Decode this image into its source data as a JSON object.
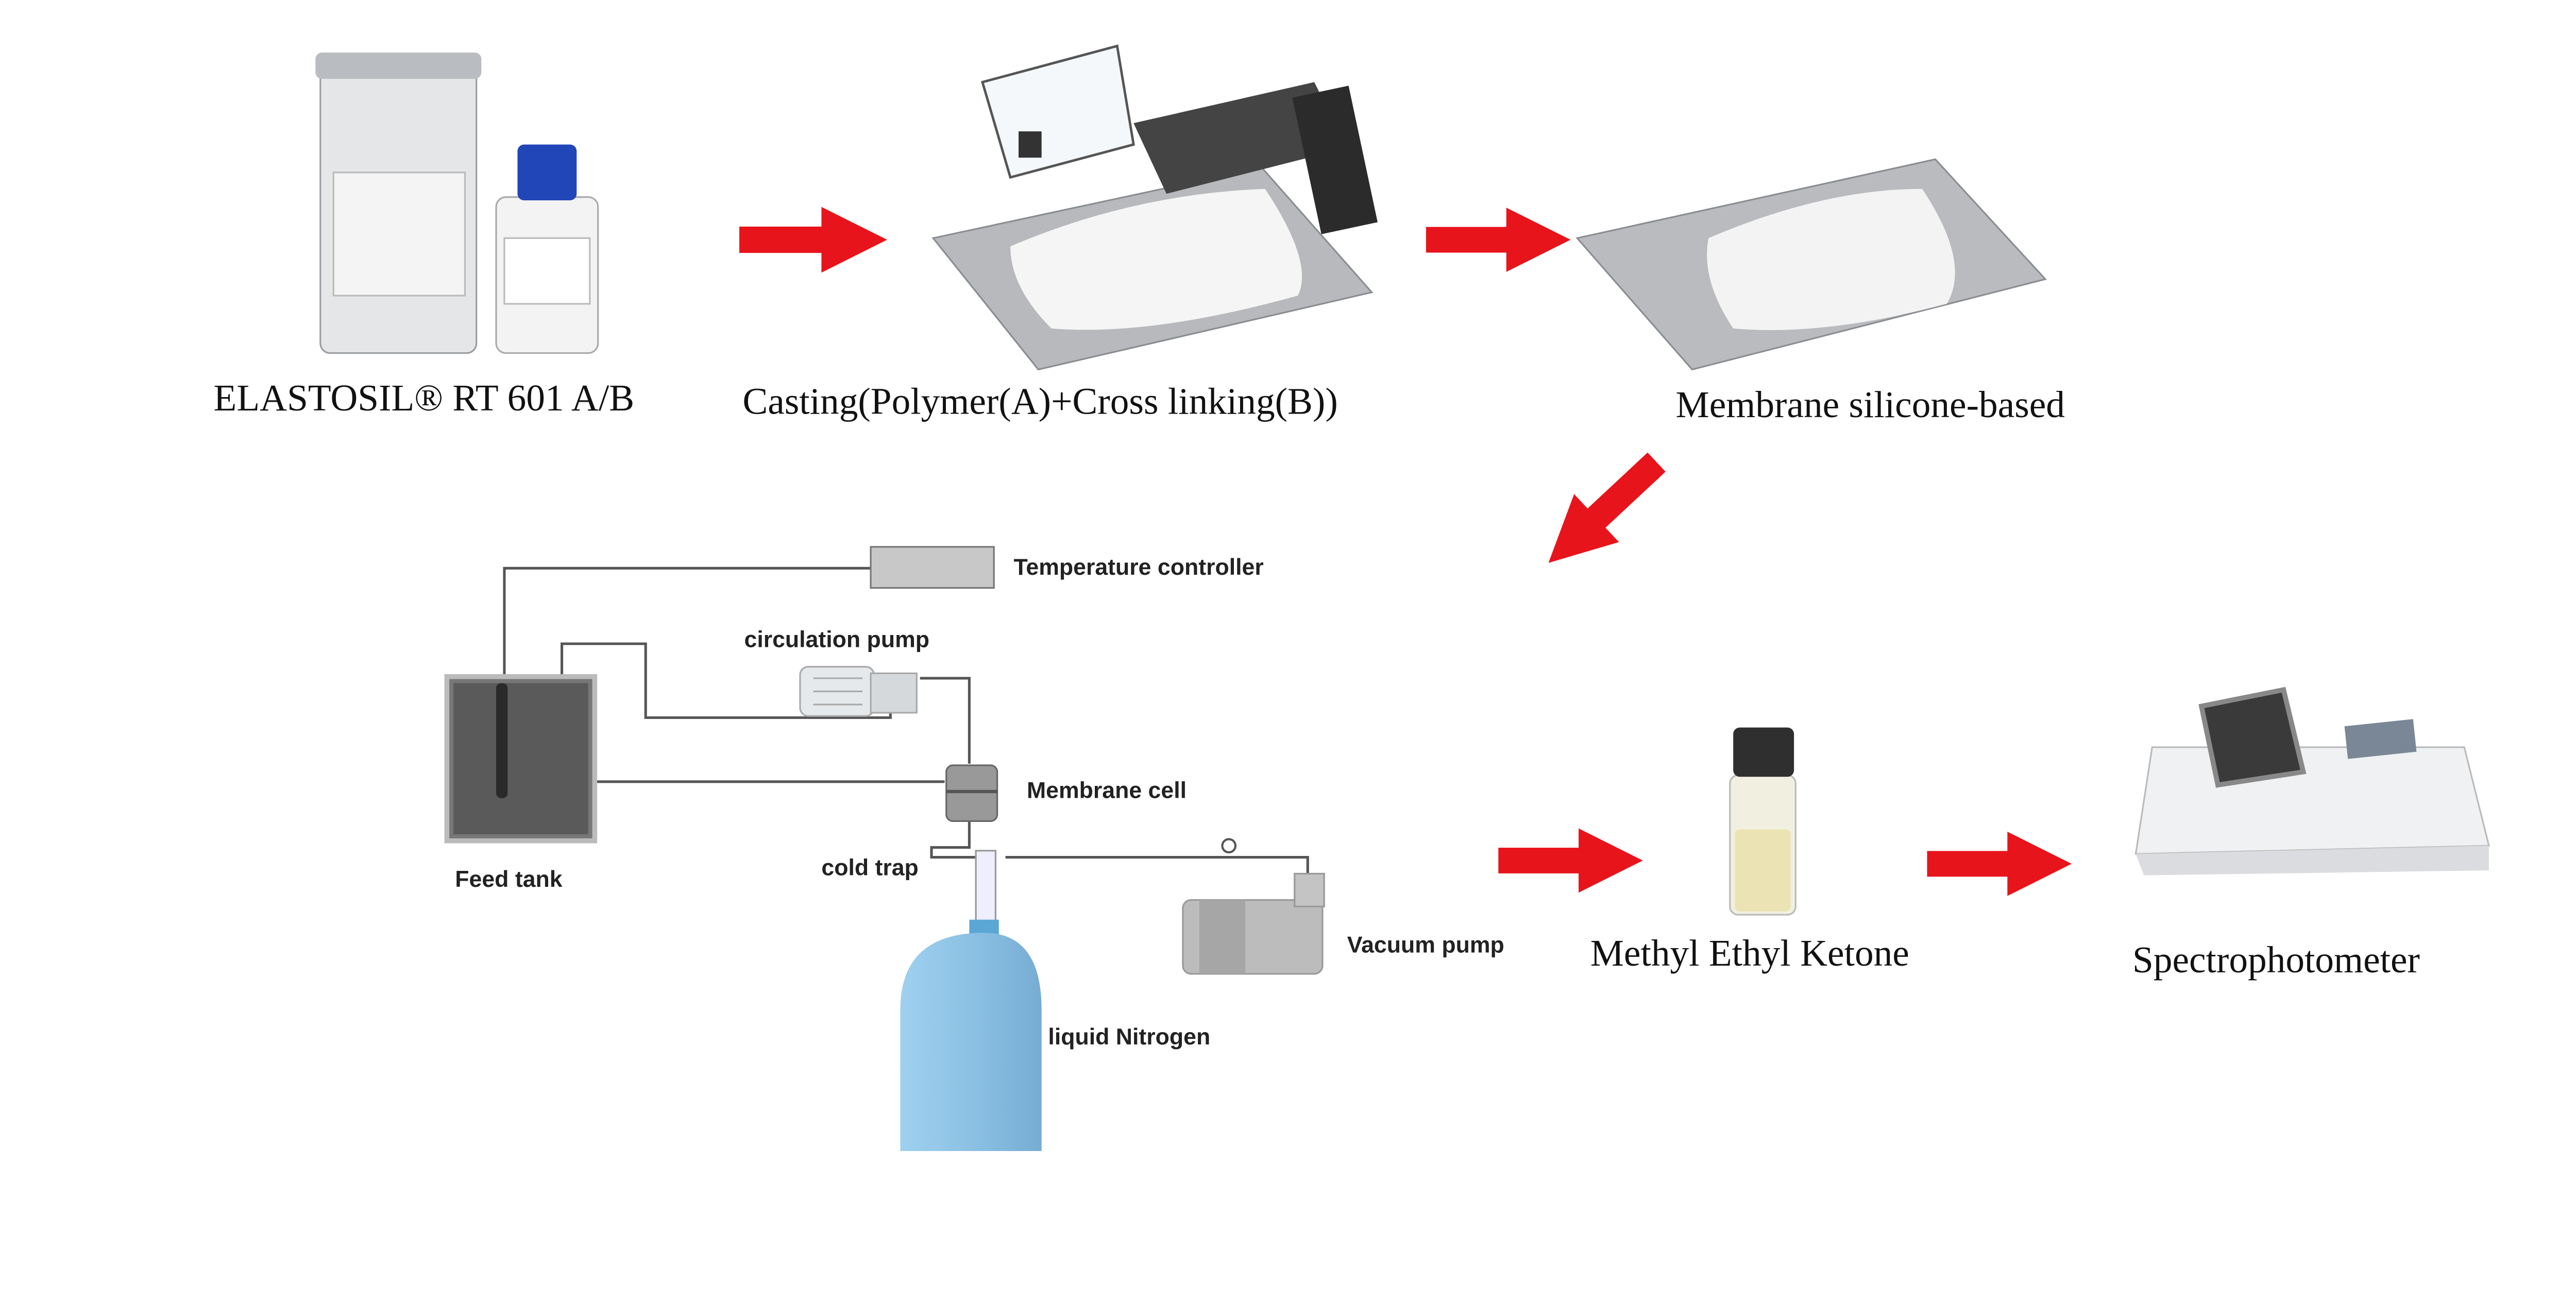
{
  "steps": {
    "materials": "ELASTOSIL® RT 601 A/B",
    "casting": "Casting(Polymer(A)+Cross linking(B))",
    "membrane": "Membrane silicone-based",
    "product": "Methyl Ethyl Ketone",
    "analysis": "Spectrophotometer"
  },
  "setup": {
    "temperature_controller": "Temperature controller",
    "circulation_pump": "circulation pump",
    "membrane_cell": "Membrane cell",
    "feed_tank": "Feed tank",
    "cold_trap": "cold trap",
    "vacuum_pump": "Vacuum pump",
    "liquid_nitrogen": "liquid Nitrogen"
  },
  "colors": {
    "arrow": "#e8141b",
    "nitrogen_tank": "#8ec3e6",
    "feed_tank": "#5a5a5a"
  }
}
